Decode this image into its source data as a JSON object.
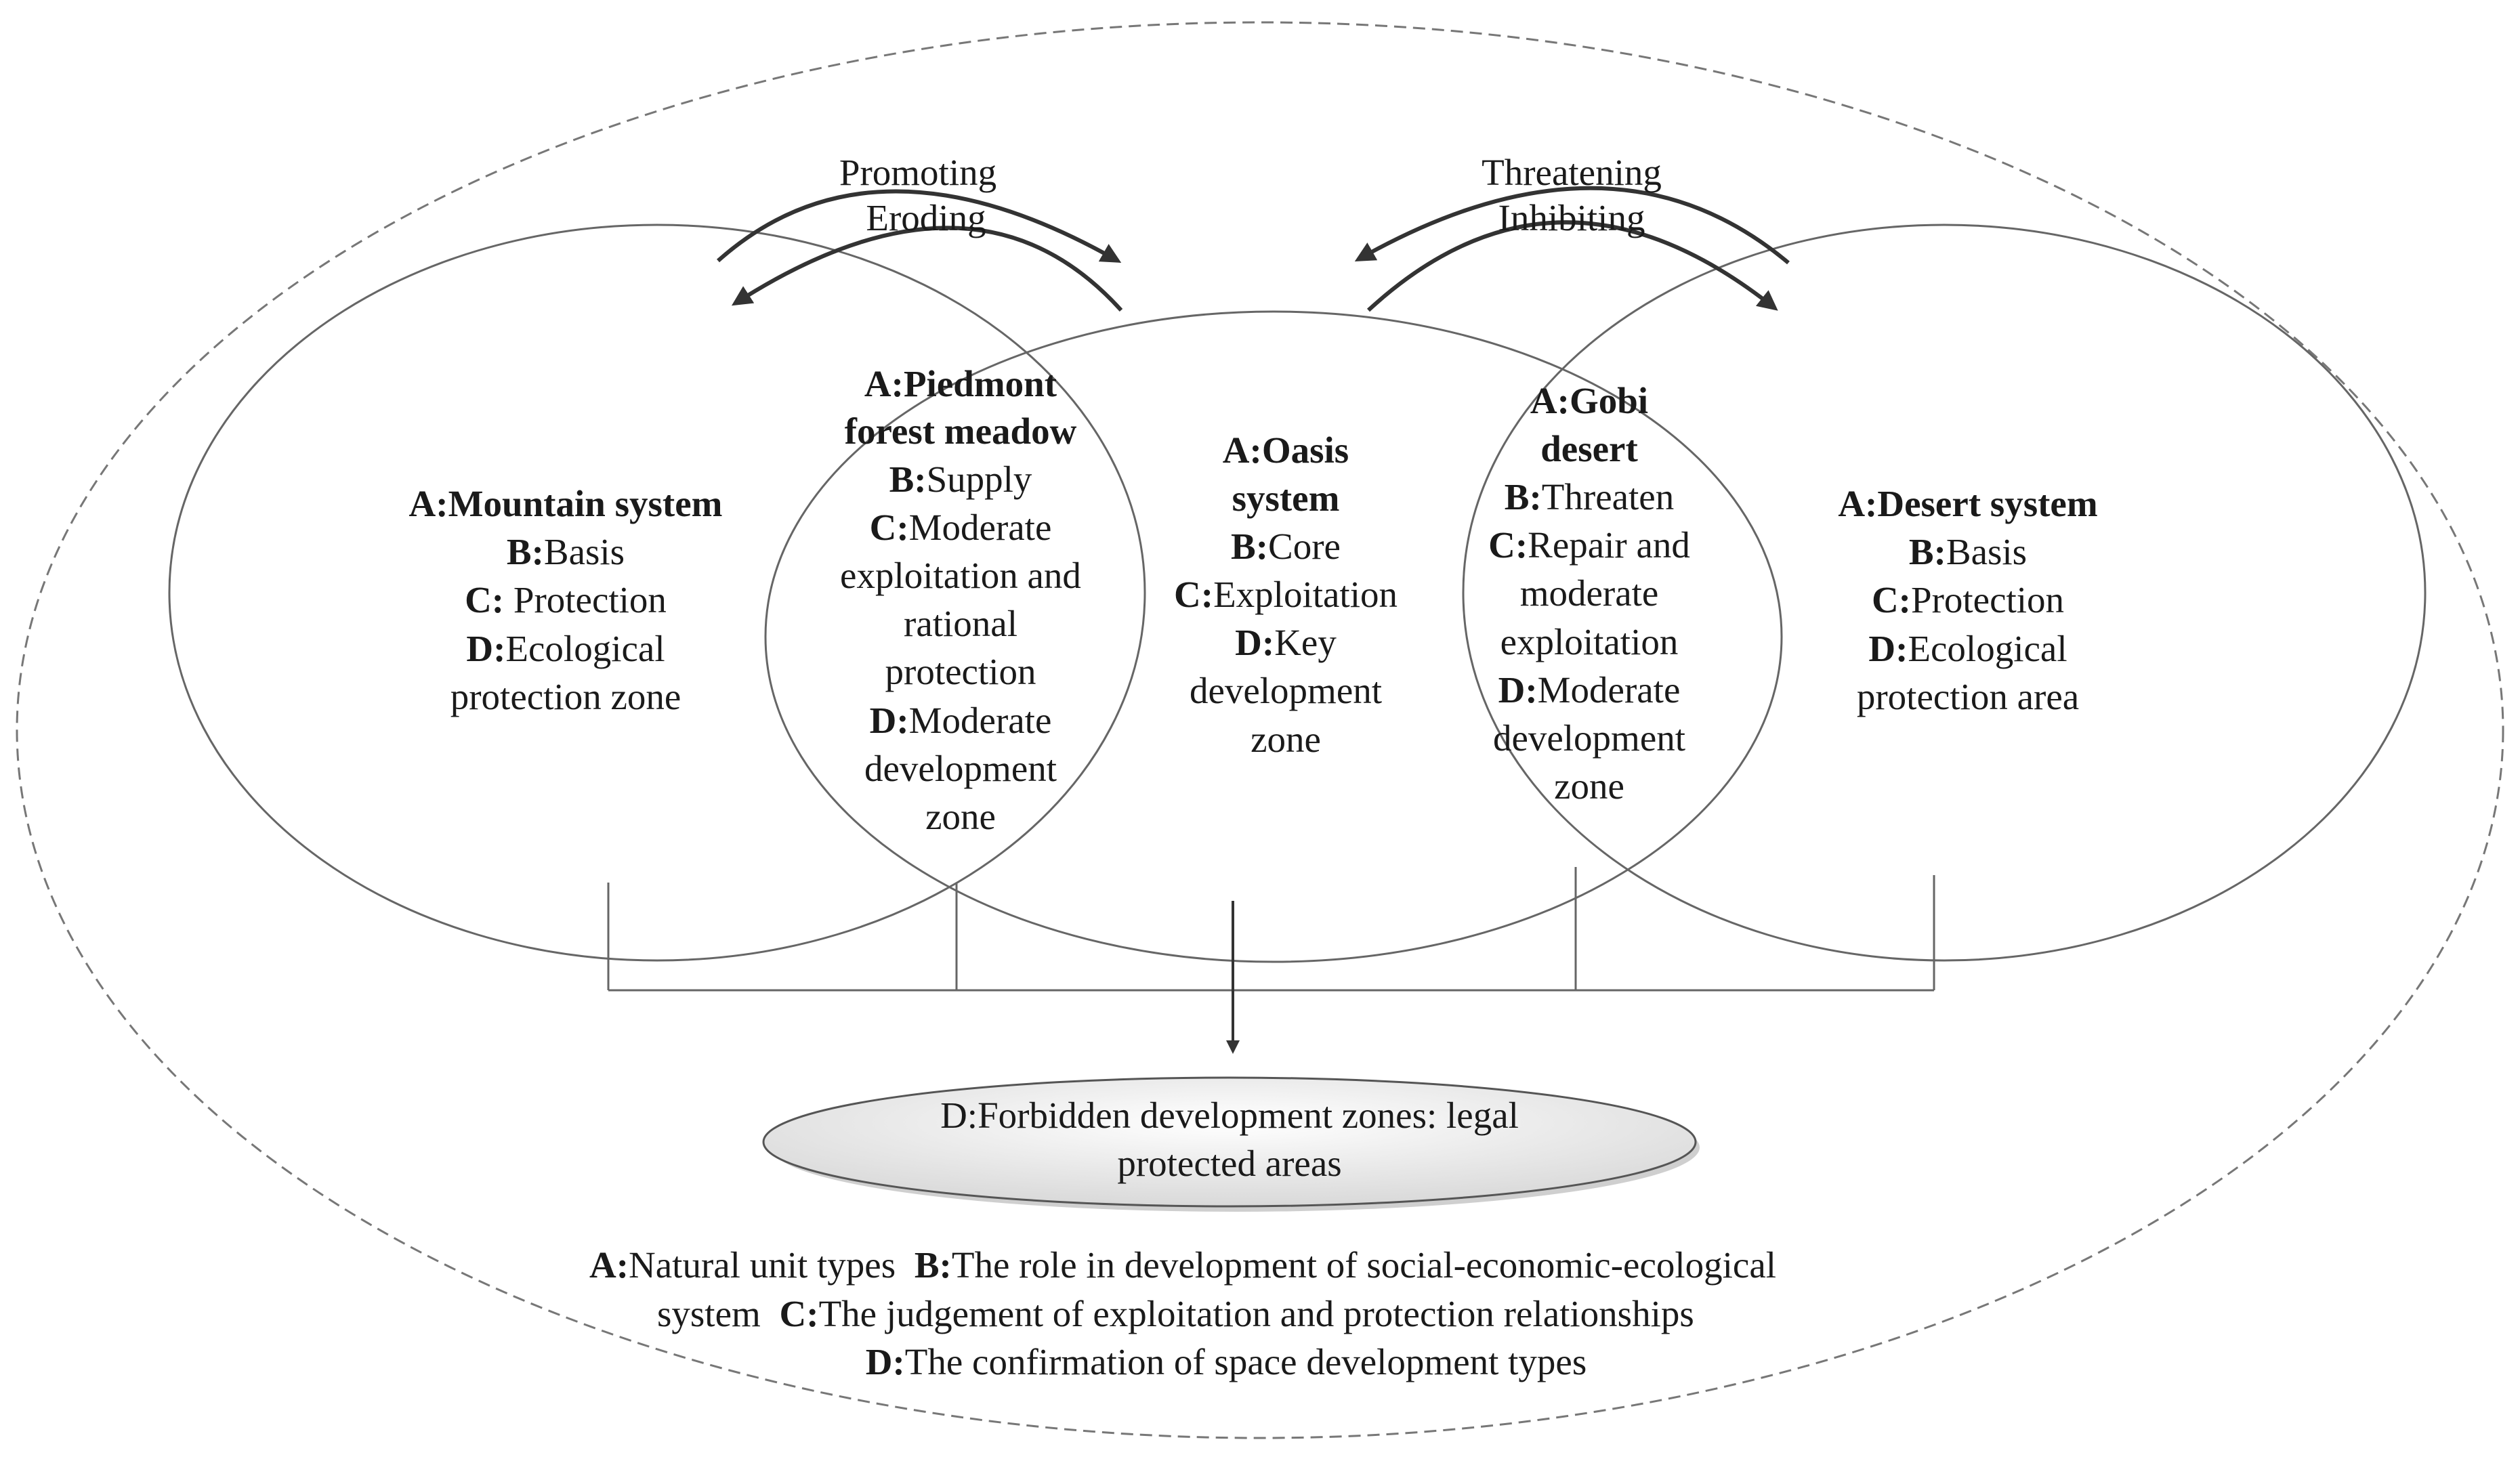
{
  "diagram": {
    "arrow_labels": {
      "left_top": "Promoting",
      "left_bottom": "Eroding",
      "right_top": "Threatening",
      "right_bottom": "Inhibiting"
    },
    "mountain": {
      "a_key": "A:",
      "a_val": "Mountain system",
      "b_key": "B:",
      "b_val": "Basis",
      "c_key": "C:",
      "c_val": " Protection",
      "d_key": "D:",
      "d_val": "Ecological",
      "d_val2": "protection zone"
    },
    "piedmont": {
      "a_line1": "A:Piedmont",
      "a_line2": "forest meadow",
      "b_key": "B:",
      "b_val": "Supply",
      "c_key": "C:",
      "c_val": "Moderate",
      "c_val2": "exploitation and",
      "c_val3": "rational",
      "c_val4": "protection",
      "d_key": "D:",
      "d_val": "Moderate",
      "d_val2": "development",
      "d_val3": "zone"
    },
    "oasis": {
      "a_line1": "A:Oasis",
      "a_line2": "system",
      "b_key": "B:",
      "b_val": "Core",
      "c_key": "C:",
      "c_val": "Exploitation",
      "d_key": "D:",
      "d_val": "Key",
      "d_val2": "development",
      "d_val3": "zone"
    },
    "gobi": {
      "a_line1": "A:Gobi",
      "a_line2": "desert",
      "b_key": "B:",
      "b_val": "Threaten",
      "c_key": "C:",
      "c_val": "Repair and",
      "c_val2": "moderate",
      "c_val3": "exploitation",
      "d_key": "D:",
      "d_val": "Moderate",
      "d_val2": "development",
      "d_val3": "zone"
    },
    "desert": {
      "a_key": "A:",
      "a_val": "Desert system",
      "b_key": "B:",
      "b_val": "Basis",
      "c_key": "C:",
      "c_val": "Protection",
      "d_key": "D:",
      "d_val": "Ecological",
      "d_val2": "protection  area"
    },
    "forbidden": {
      "line1": "D:Forbidden development zones: legal",
      "line2": "protected areas"
    },
    "legend": {
      "a_key": "A:",
      "a_val": "Natural unit types    ",
      "b_key": "B:",
      "b_val": "The role in development of social-economic-ecological",
      "line2_pre": "system    ",
      "c_key": "C:",
      "c_val": "The judgement of exploitation and protection relationships",
      "d_key": "D:",
      "d_val": "The confirmation of space development types"
    }
  }
}
